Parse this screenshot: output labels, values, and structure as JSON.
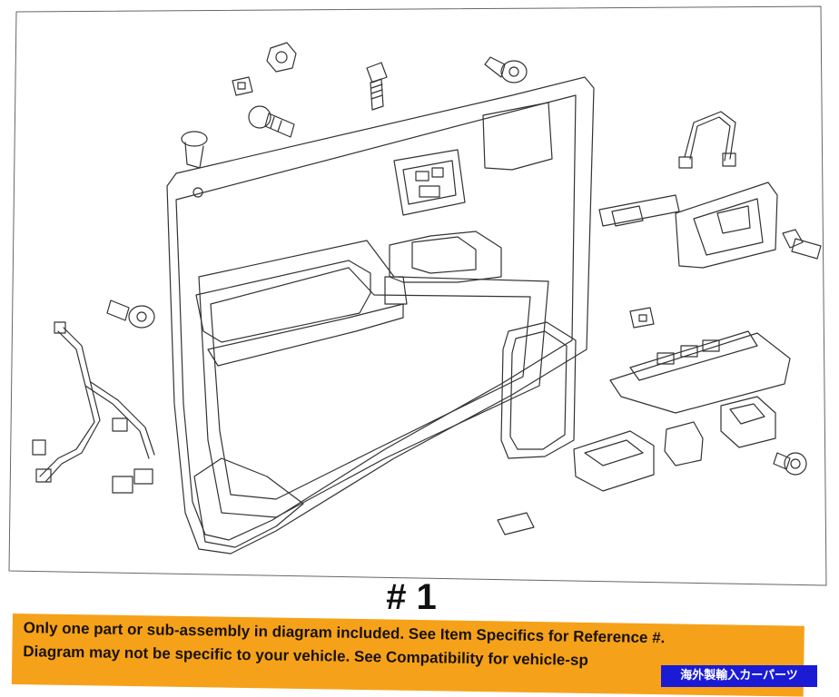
{
  "diagram": {
    "number_label": "# 1"
  },
  "notice": {
    "line1": "Only one part or sub-assembly in diagram included. See Item Specifics for Reference #.",
    "line2": "Diagram may not be specific to your vehicle. See Compatibility for vehicle-sp"
  },
  "badge": {
    "text": "海外製輸入カーパーツ"
  },
  "colors": {
    "banner": "#f5a21a",
    "badge": "#1b1bd6",
    "line": "#333333"
  }
}
